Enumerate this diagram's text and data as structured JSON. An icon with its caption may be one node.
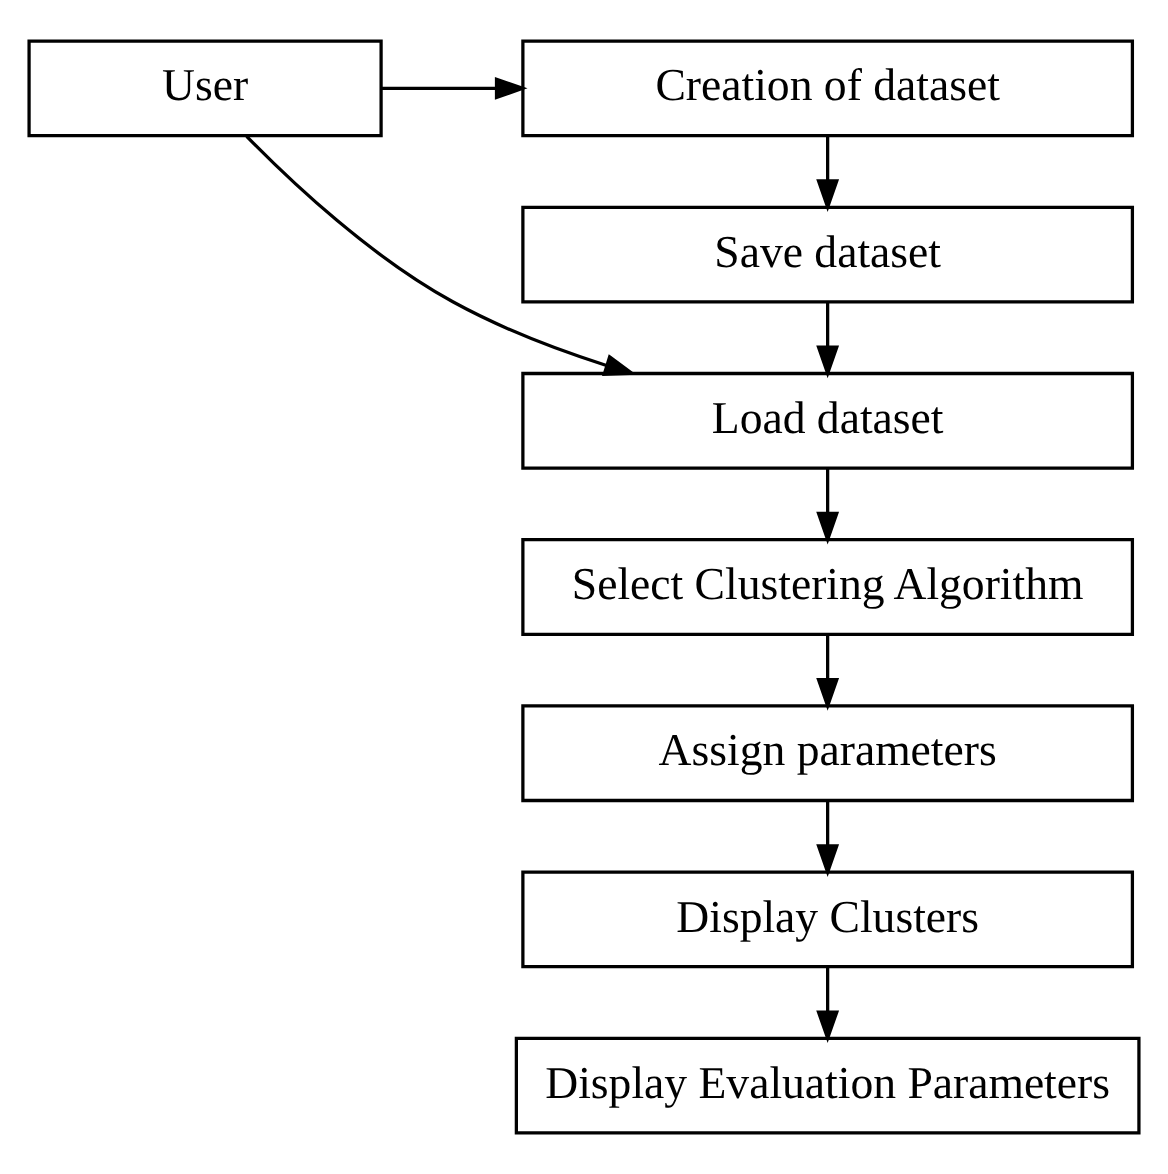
{
  "diagram": {
    "nodes": [
      {
        "text": [
          "User"
        ]
      },
      {
        "text": [
          "Creation of dataset"
        ]
      },
      {
        "text": [
          "Save dataset"
        ]
      },
      {
        "text": [
          "Load dataset"
        ]
      },
      {
        "text": [
          "Select Clustering Algorithm"
        ]
      },
      {
        "text": [
          "Assign parameters"
        ]
      },
      {
        "text": [
          "Display Clusters"
        ]
      },
      {
        "text": [
          "Display Evaluation Parameters"
        ]
      }
    ],
    "edges": [
      {
        "from": 0,
        "to": 1,
        "arrow": "to"
      },
      {
        "from": 1,
        "to": 2,
        "arrow": "to"
      },
      {
        "from": 2,
        "to": 3,
        "arrow": "to"
      },
      {
        "from": 0,
        "to": 3,
        "arrow": "to"
      },
      {
        "from": 3,
        "to": 4,
        "arrow": "to"
      },
      {
        "from": 4,
        "to": 5,
        "arrow": "to"
      },
      {
        "from": 5,
        "to": 6,
        "arrow": "to"
      },
      {
        "from": 6,
        "to": 7,
        "arrow": "to"
      }
    ]
  }
}
